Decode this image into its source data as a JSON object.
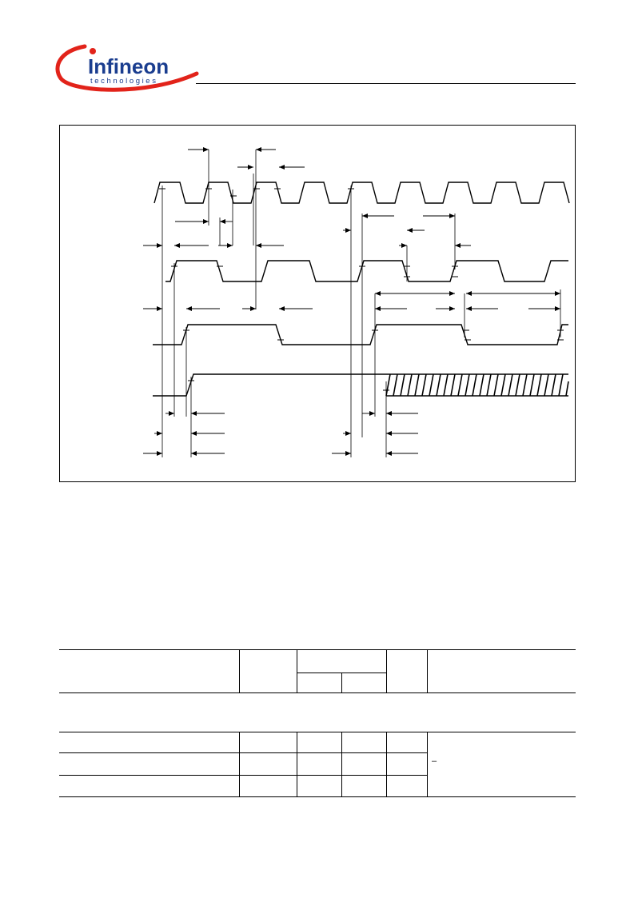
{
  "header": {
    "logo": {
      "brand_word": "Infineon",
      "sub_word": "technologies",
      "brand_color": "#1a3d8f",
      "swoosh_color": "#e2231a"
    }
  },
  "figure": {
    "description_type": "timing-diagram",
    "signal_count": 4,
    "line_color": "#000000"
  },
  "table": {
    "columns": 5,
    "sub_columns_under_third": 2,
    "section_row_count": 1,
    "data_row_count": 3,
    "footnote_dash": "–"
  }
}
